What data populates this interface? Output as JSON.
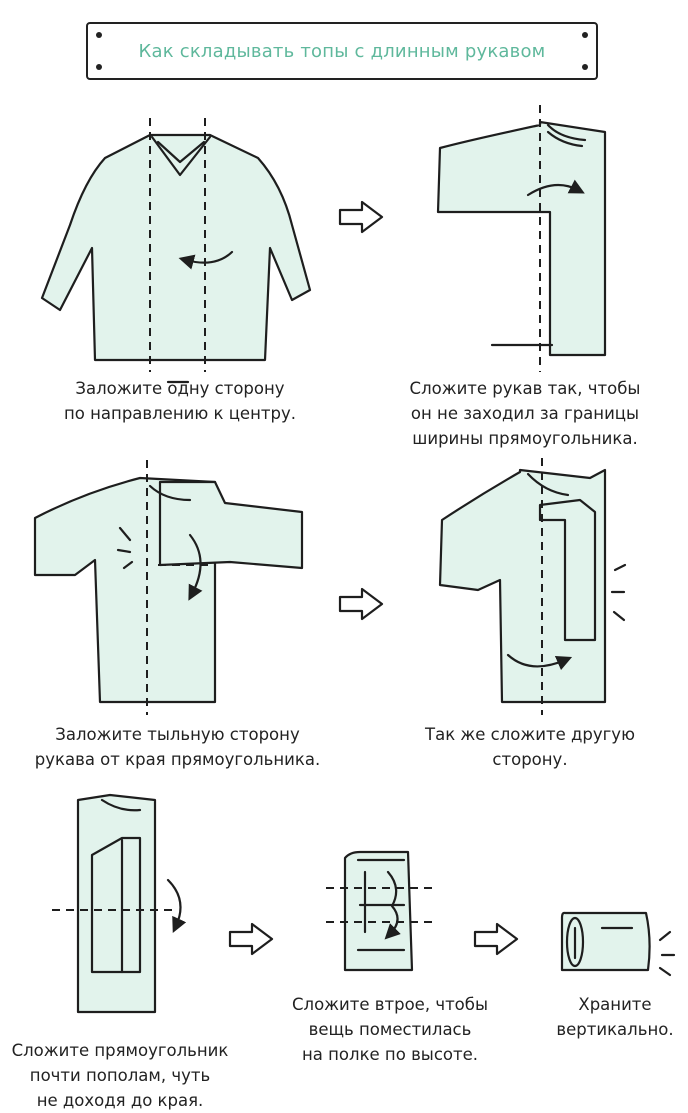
{
  "header": {
    "title": "Как складывать топы с длинным рукавом"
  },
  "steps": [
    {
      "caption": "Заложите одну сторону\nпо направлению к центру."
    },
    {
      "caption": "Сложите рукав так, чтобы\nон не заходил за границы\nширины прямоугольника."
    },
    {
      "caption": "Заложите тыльную сторону\nрукава от края прямоугольника."
    },
    {
      "caption": "Так же сложите другую\nсторону."
    },
    {
      "caption": "Сложите прямоугольник\nпочти пополам, чуть\nне доходя до края."
    },
    {
      "caption": "Сложите втрое, чтобы\nвещь поместилась\nна полке по высоте."
    },
    {
      "caption": "Храните\nвертикально."
    }
  ],
  "colors": {
    "title": "#5fb89c",
    "cloth": "#e2f3ec",
    "ink": "#1e1e1e"
  }
}
